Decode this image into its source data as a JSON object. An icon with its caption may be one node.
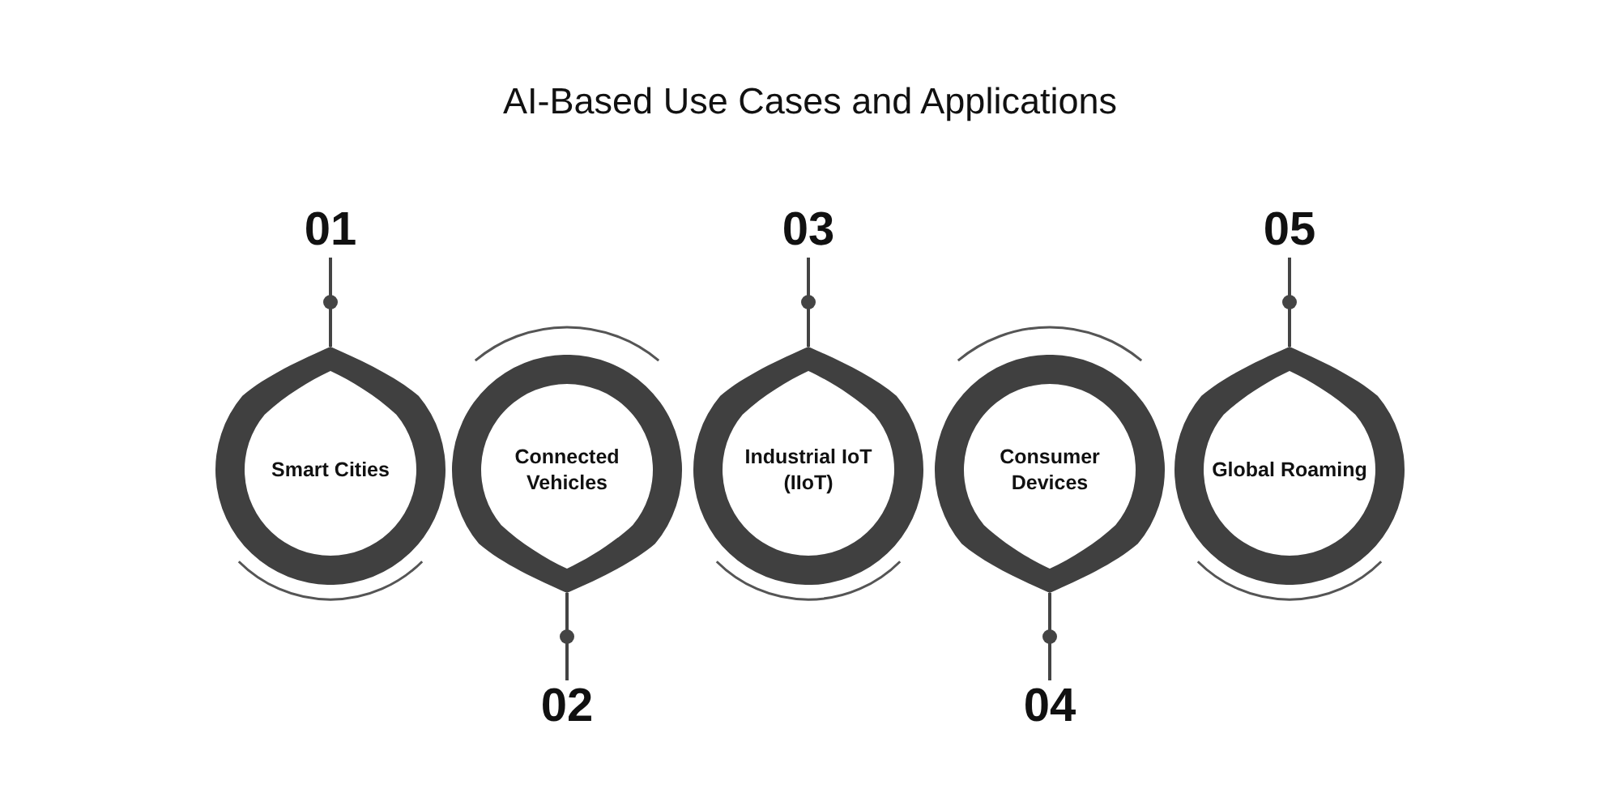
{
  "diagram": {
    "title": "AI-Based Use Cases and Applications",
    "nodes": [
      {
        "text": [
          "01"
        ]
      },
      {
        "text": [
          "Smart Cities"
        ]
      },
      {
        "text": [
          "Connected Vehicles"
        ]
      },
      {
        "text": [
          "02"
        ]
      },
      {
        "text": [
          "03"
        ]
      },
      {
        "text": [
          "Industrial IoT (IIoT)"
        ]
      },
      {
        "text": [
          "Consumer Devices"
        ]
      },
      {
        "text": [
          "04"
        ]
      },
      {
        "text": [
          "05"
        ]
      },
      {
        "text": [
          "Global Roaming"
        ]
      }
    ],
    "edges": [
      {
        "from": 0,
        "to": 1,
        "arrow": "none"
      },
      {
        "from": 3,
        "to": 2,
        "arrow": "none"
      },
      {
        "from": 4,
        "to": 5,
        "arrow": "none"
      },
      {
        "from": 7,
        "to": 6,
        "arrow": "none"
      },
      {
        "from": 8,
        "to": 9,
        "arrow": "none"
      }
    ]
  }
}
